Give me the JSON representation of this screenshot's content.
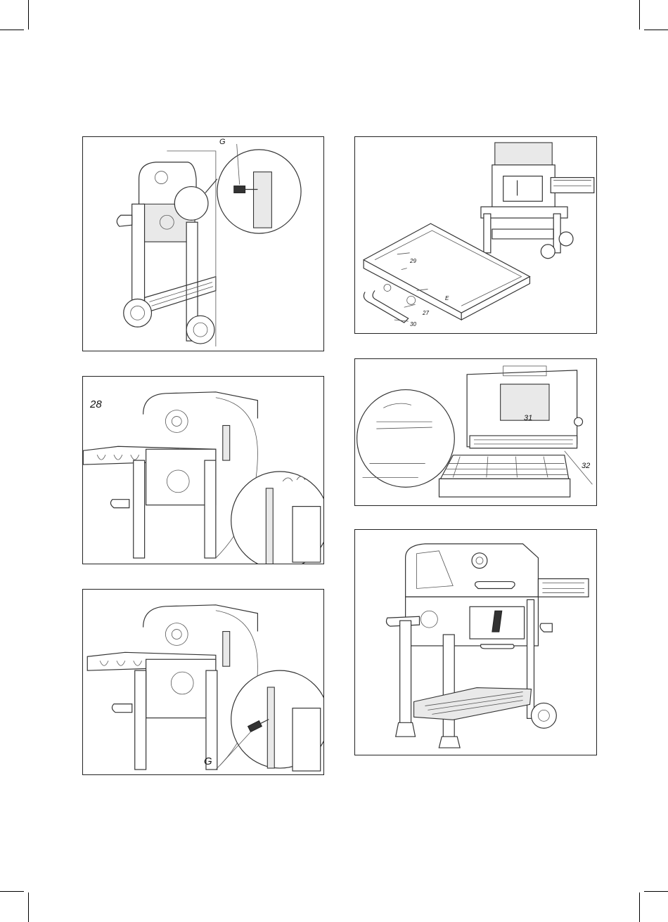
{
  "panels": {
    "p1": {
      "labels": [
        "G"
      ]
    },
    "p2": {
      "labels": [
        "29",
        "E",
        "27",
        "30"
      ]
    },
    "p3": {
      "labels": [
        "28"
      ]
    },
    "p4": {
      "labels": [
        "31",
        "32"
      ]
    },
    "p5": {
      "labels": [
        "G"
      ]
    },
    "p6": {
      "labels": []
    }
  },
  "icons": {
    "screw": "screw-icon",
    "magnifier": "detail-circle-icon"
  }
}
